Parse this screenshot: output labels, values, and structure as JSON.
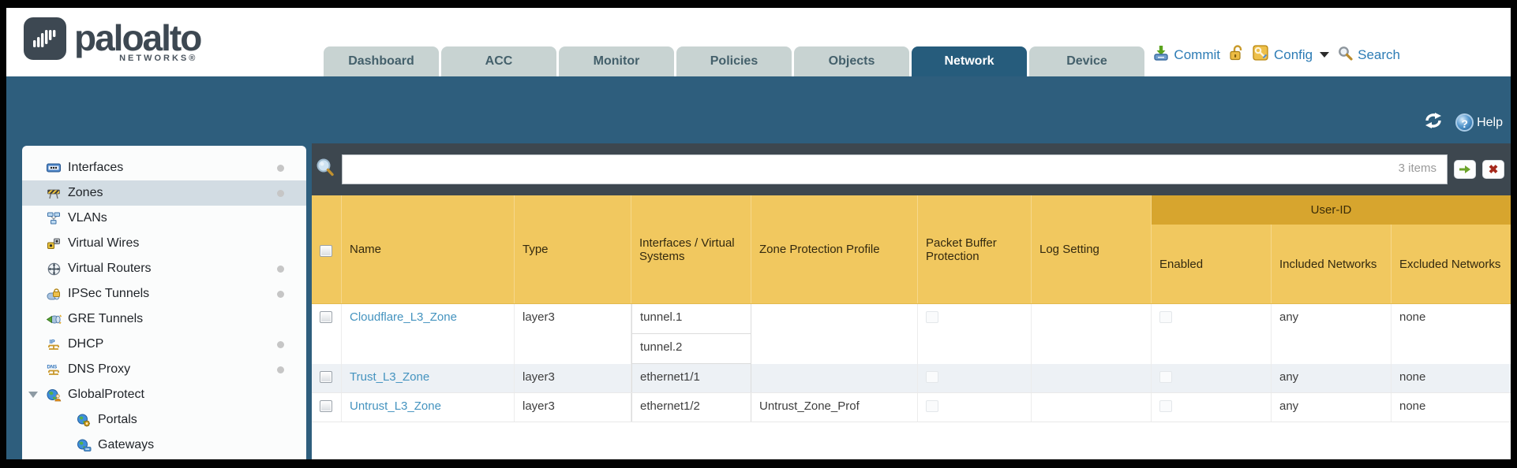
{
  "brand": {
    "name": "paloalto",
    "sub": "NETWORKS®"
  },
  "tabs": [
    {
      "label": "Dashboard",
      "active": false
    },
    {
      "label": "ACC",
      "active": false
    },
    {
      "label": "Monitor",
      "active": false
    },
    {
      "label": "Policies",
      "active": false
    },
    {
      "label": "Objects",
      "active": false
    },
    {
      "label": "Network",
      "active": true
    },
    {
      "label": "Device",
      "active": false
    }
  ],
  "header_tools": {
    "commit": "Commit",
    "config": "Config",
    "search": "Search"
  },
  "toolbar": {
    "help": "Help"
  },
  "sidebar": {
    "items": [
      {
        "label": "Interfaces",
        "icon": "interfaces-icon",
        "dot": true,
        "selected": false,
        "indent": 0
      },
      {
        "label": "Zones",
        "icon": "zones-icon",
        "dot": true,
        "selected": true,
        "indent": 0
      },
      {
        "label": "VLANs",
        "icon": "vlans-icon",
        "dot": false,
        "selected": false,
        "indent": 0
      },
      {
        "label": "Virtual Wires",
        "icon": "virtual-wires-icon",
        "dot": false,
        "selected": false,
        "indent": 0
      },
      {
        "label": "Virtual Routers",
        "icon": "virtual-routers-icon",
        "dot": true,
        "selected": false,
        "indent": 0
      },
      {
        "label": "IPSec Tunnels",
        "icon": "ipsec-tunnels-icon",
        "dot": true,
        "selected": false,
        "indent": 0
      },
      {
        "label": "GRE Tunnels",
        "icon": "gre-tunnels-icon",
        "dot": false,
        "selected": false,
        "indent": 0
      },
      {
        "label": "DHCP",
        "icon": "dhcp-icon",
        "dot": true,
        "selected": false,
        "indent": 0
      },
      {
        "label": "DNS Proxy",
        "icon": "dns-proxy-icon",
        "dot": true,
        "selected": false,
        "indent": 0
      },
      {
        "label": "GlobalProtect",
        "icon": "globalprotect-icon",
        "dot": false,
        "selected": false,
        "indent": 0,
        "expanded": true
      },
      {
        "label": "Portals",
        "icon": "portals-icon",
        "dot": false,
        "selected": false,
        "indent": 1
      },
      {
        "label": "Gateways",
        "icon": "gateways-icon",
        "dot": false,
        "selected": false,
        "indent": 1
      }
    ]
  },
  "filter": {
    "value": "",
    "count_label": "3 items"
  },
  "table": {
    "group_header": "User-ID",
    "columns": [
      "Name",
      "Type",
      "Interfaces / Virtual Systems",
      "Zone Protection Profile",
      "Packet Buffer Protection",
      "Log Setting",
      "Enabled",
      "Included Networks",
      "Excluded Networks"
    ],
    "rows": [
      {
        "name": "Cloudflare_L3_Zone",
        "type": "layer3",
        "interfaces": [
          "tunnel.1",
          "tunnel.2"
        ],
        "zone_protection_profile": "",
        "packet_buffer_protection": false,
        "log_setting": "",
        "enabled": false,
        "included_networks": "any",
        "excluded_networks": "none"
      },
      {
        "name": "Trust_L3_Zone",
        "type": "layer3",
        "interfaces": [
          "ethernet1/1"
        ],
        "zone_protection_profile": "",
        "packet_buffer_protection": false,
        "log_setting": "",
        "enabled": false,
        "included_networks": "any",
        "excluded_networks": "none"
      },
      {
        "name": "Untrust_L3_Zone",
        "type": "layer3",
        "interfaces": [
          "ethernet1/2"
        ],
        "zone_protection_profile": "Untrust_Zone_Prof",
        "packet_buffer_protection": false,
        "log_setting": "",
        "enabled": false,
        "included_networks": "any",
        "excluded_networks": "none"
      }
    ]
  },
  "colors": {
    "teal_bar": "#2e5e7d",
    "active_tab": "#265c7c",
    "tab_inactive": "#c8d3d2",
    "filter_bar": "#3d474f",
    "header_amber": "#f1c85f",
    "user_id_amber": "#d7a52e",
    "link_blue": "#4493bf",
    "selected_nav": "#d2dce3",
    "alt_row": "#edf1f5"
  }
}
